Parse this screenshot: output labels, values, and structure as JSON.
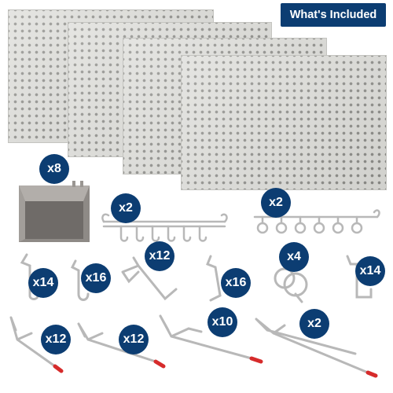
{
  "badge": {
    "label": "What's Included"
  },
  "colors": {
    "navy": "#0c3d72",
    "tip_red": "#d62b2b",
    "metal": "#b8b8b8"
  },
  "items": [
    {
      "icon": "pegboard-panel-icon"
    },
    {
      "icon": "storage-bin-icon",
      "qty": "x8"
    },
    {
      "icon": "double-rail-hook-icon",
      "qty": "x2"
    },
    {
      "icon": "hook-strip-icon",
      "qty": "x2"
    },
    {
      "icon": "j-hook-icon",
      "qty": "x14"
    },
    {
      "icon": "curved-hook-icon",
      "qty": "x16"
    },
    {
      "icon": "bent-hook-icon",
      "qty": "x12"
    },
    {
      "icon": "angled-hook-icon",
      "qty": "x16"
    },
    {
      "icon": "ring-holder-icon",
      "qty": "x4"
    },
    {
      "icon": "l-hook-icon",
      "qty": "x14"
    },
    {
      "icon": "short-straight-hook-icon",
      "qty": "x12"
    },
    {
      "icon": "medium-straight-hook-icon",
      "qty": "x12"
    },
    {
      "icon": "long-straight-hook-icon",
      "qty": "x10"
    },
    {
      "icon": "double-prong-hook-icon",
      "qty": "x2"
    }
  ]
}
